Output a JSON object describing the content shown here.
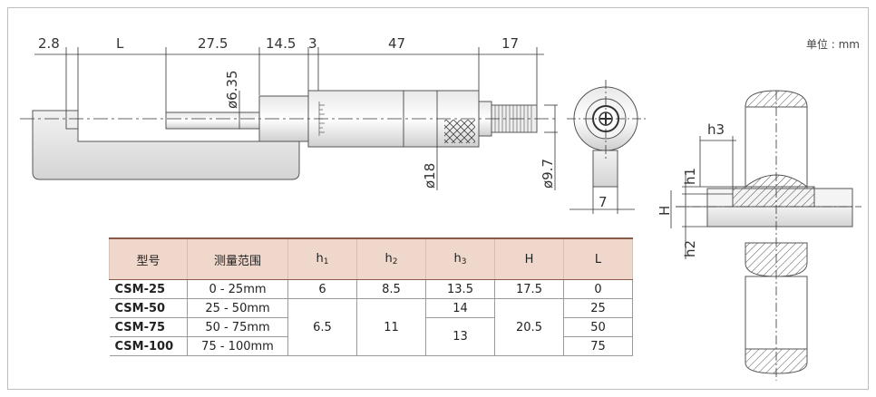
{
  "unit_label": "单位 : mm",
  "dimensions": {
    "top": [
      "2.8",
      "L",
      "27.5",
      "14.5",
      "3",
      "47",
      "17"
    ],
    "spindle_dia": "ø6.35",
    "sleeve_dia": "ø18",
    "thimble_dia": "ø9.7",
    "side_width": "7"
  },
  "detail_labels": {
    "h1": "h1",
    "h2": "h2",
    "h3": "h3",
    "H": "H"
  },
  "table": {
    "headers": [
      "型号",
      "测量范围",
      "h",
      "h",
      "h",
      "H",
      "L"
    ],
    "header_subs": [
      "",
      "",
      "1",
      "2",
      "3",
      "",
      ""
    ],
    "rows": [
      {
        "model": "CSM-25",
        "range": "0 - 25mm",
        "h1": "6",
        "h2": "8.5",
        "h3": "13.5",
        "H": "17.5",
        "L": "0"
      },
      {
        "model": "CSM-50",
        "range": "25 - 50mm",
        "h1": "6.5",
        "h2": "11",
        "h3": "14",
        "H": "20.5",
        "L": "25"
      },
      {
        "model": "CSM-75",
        "range": "50 - 75mm",
        "h3": "13",
        "L": "50"
      },
      {
        "model": "CSM-100",
        "range": "75 - 100mm",
        "L": "75"
      }
    ]
  }
}
